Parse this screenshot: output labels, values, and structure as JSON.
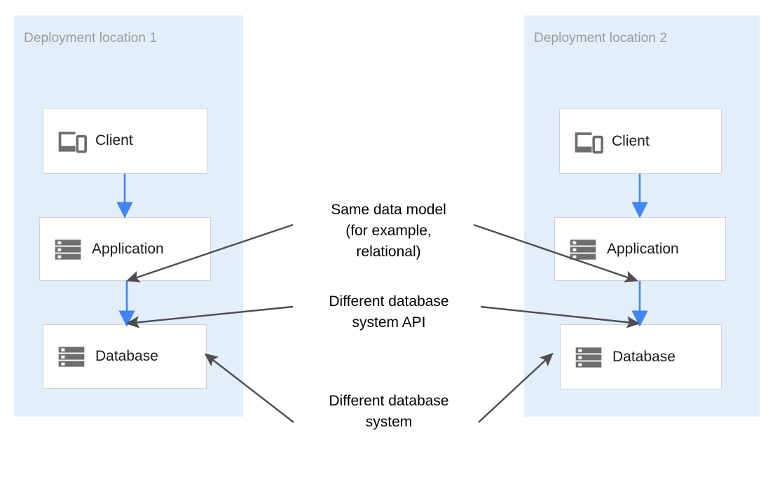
{
  "diagram": {
    "title_colors": {
      "zone_background": "#e3eefb",
      "zone_label": "#9b9b9b",
      "node_border": "#d2d2d2",
      "node_background": "#ffffff",
      "flow_arrow": "#4285f4",
      "annotation_arrow": "#4d4d4d",
      "icon": "#6e6e6e",
      "text": "#000000"
    },
    "zones": [
      {
        "id": "zone1",
        "label": "Deployment location 1"
      },
      {
        "id": "zone2",
        "label": "Deployment location 2"
      }
    ],
    "nodes": {
      "left": [
        {
          "id": "l-client",
          "label": "Client",
          "icon": "devices-icon"
        },
        {
          "id": "l-app",
          "label": "Application",
          "icon": "server-stack-icon"
        },
        {
          "id": "l-db",
          "label": "Database",
          "icon": "server-stack-icon"
        }
      ],
      "right": [
        {
          "id": "r-client",
          "label": "Client",
          "icon": "devices-icon"
        },
        {
          "id": "r-app",
          "label": "Application",
          "icon": "server-stack-icon"
        },
        {
          "id": "r-db",
          "label": "Database",
          "icon": "server-stack-icon"
        }
      ]
    },
    "annotations": [
      {
        "id": "data-model",
        "text": "Same data model\n(for example,\nrelational)"
      },
      {
        "id": "db-api",
        "text": "Different database\nsystem API"
      },
      {
        "id": "db-system",
        "text": "Different database\nsystem"
      }
    ],
    "flows": [
      {
        "from": "l-client",
        "to": "l-app",
        "color": "#4285f4"
      },
      {
        "from": "l-app",
        "to": "l-db",
        "color": "#4285f4"
      },
      {
        "from": "r-client",
        "to": "r-app",
        "color": "#4285f4"
      },
      {
        "from": "r-app",
        "to": "r-db",
        "color": "#4285f4"
      }
    ]
  }
}
